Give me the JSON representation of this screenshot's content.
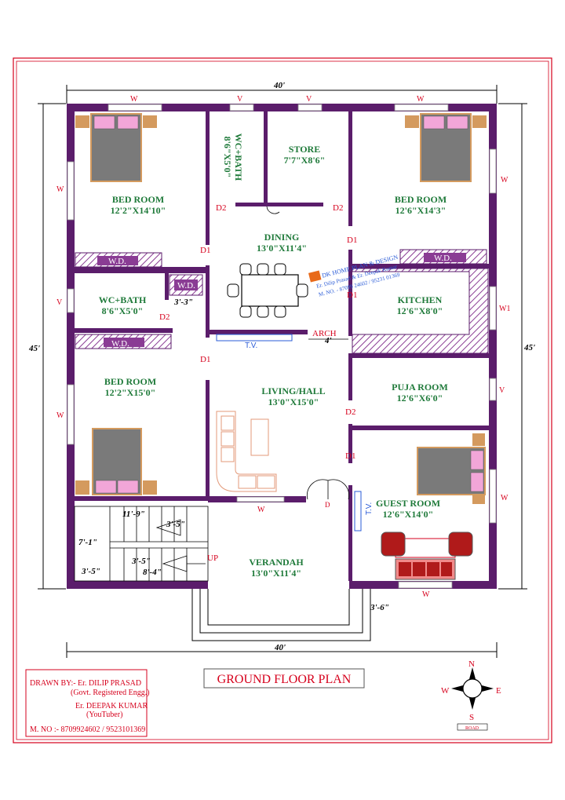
{
  "plan": {
    "title": "GROUND FLOOR PLAN",
    "overall_width": "40'",
    "overall_depth": "45'",
    "colors": {
      "wall": "#5b1d6b",
      "label_green": "#1f7a3a",
      "label_red": "#d6001c",
      "accent_blue": "#2a5bd7"
    }
  },
  "rooms": {
    "bed_tl": {
      "name": "BED ROOM",
      "size": "12'2\"X14'10\""
    },
    "wc_top": {
      "name": "WC+BATH",
      "size": "8'6\"X5'0\""
    },
    "store": {
      "name": "STORE",
      "size": "7'7\"X8'6\""
    },
    "bed_tr": {
      "name": "BED ROOM",
      "size": "12'6\"X14'3\""
    },
    "dining": {
      "name": "DINING",
      "size": "13'0\"X11'4\""
    },
    "wc_left": {
      "name": "WC+BATH",
      "size": "8'6\"X5'0\""
    },
    "kitchen": {
      "name": "KITCHEN",
      "size": "12'6\"X8'0\""
    },
    "bed_ml": {
      "name": "BED ROOM",
      "size": "12'2\"X15'0\""
    },
    "living": {
      "name": "LIVING/HALL",
      "size": "13'0\"X15'0\""
    },
    "puja": {
      "name": "PUJA ROOM",
      "size": "12'6\"X6'0\""
    },
    "guest": {
      "name": "GUEST ROOM",
      "size": "12'6\"X14'0\""
    },
    "verandah": {
      "name": "VERANDAH",
      "size": "13'0\"X11'4\""
    }
  },
  "labels": {
    "wd": "W.D.",
    "tv": "T.V.",
    "arch": "ARCH",
    "up": "UP",
    "doors": {
      "d1": "D1",
      "d2": "D2",
      "d": "D"
    },
    "windows": {
      "w": "W",
      "v": "V",
      "w1": "W1"
    }
  },
  "dims": {
    "d_3_3": "3'-3\"",
    "d_4": "4'",
    "d_11_9": "11'-9\"",
    "d_3_5": "3'-5\"",
    "d_7_1": "7'-1\"",
    "d_8_4": "8'-4\"",
    "d_3_6": "3'-6\""
  },
  "watermark": {
    "line1": "DK HOME PLAN & DESIGN",
    "line2": "Er. Dilip Prasad & Er. Deepak Kumar",
    "line3": "M. NO. - 87099 24602 / 95231 01369"
  },
  "credits": {
    "drawn_by": "DRAWN BY:-  Er. DILIP PRASAD",
    "govt": "(Govt. Registered Engg.)",
    "deepak": "Er. DEEPAK KUMAR",
    "youtuber": "(YouTuber)",
    "mobile": "M. NO :- 8709924602 / 9523101369"
  },
  "compass": {
    "n": "N",
    "s": "S",
    "e": "E",
    "w": "W",
    "road": "ROAD"
  }
}
